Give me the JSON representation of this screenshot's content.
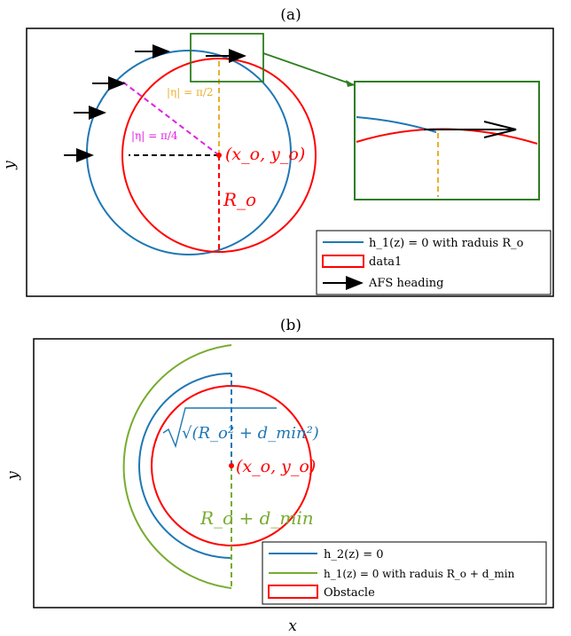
{
  "panels": {
    "a": {
      "tag": "(a)",
      "ylabel": "y",
      "center_label": "(x_o, y_o)",
      "radius_label": "R_o",
      "eta_half_pi": "|η| = π/2",
      "eta_quarter_pi": "|η| = π/4",
      "legend": [
        {
          "label": "h_1(z) = 0 with raduis R_o",
          "type": "line",
          "color": "#1f77b4"
        },
        {
          "label": "data1",
          "type": "box",
          "color": "#ff0000"
        },
        {
          "label": "AFS heading",
          "type": "arrow",
          "color": "#000000"
        }
      ]
    },
    "b": {
      "tag": "(b)",
      "ylabel": "y",
      "xlabel": "x",
      "center_label": "(x_o, y_o)",
      "sqrt_label": "√(R_o² + d_min²)",
      "sum_label": "R_o + d_min",
      "legend": [
        {
          "label": "h_2(z) = 0",
          "type": "line",
          "color": "#1f77b4"
        },
        {
          "label": "h_1(z) = 0 with raduis R_o + d_min",
          "type": "line",
          "color": "#77ac30"
        },
        {
          "label": "Obstacle",
          "type": "box",
          "color": "#ff0000"
        }
      ]
    }
  },
  "colors": {
    "blue": "#1f77b4",
    "red": "#ff0000",
    "green": "#77ac30",
    "dark_green": "#2e7d1f",
    "magenta": "#e020e0",
    "gold": "#e8b030",
    "black": "#000000"
  }
}
